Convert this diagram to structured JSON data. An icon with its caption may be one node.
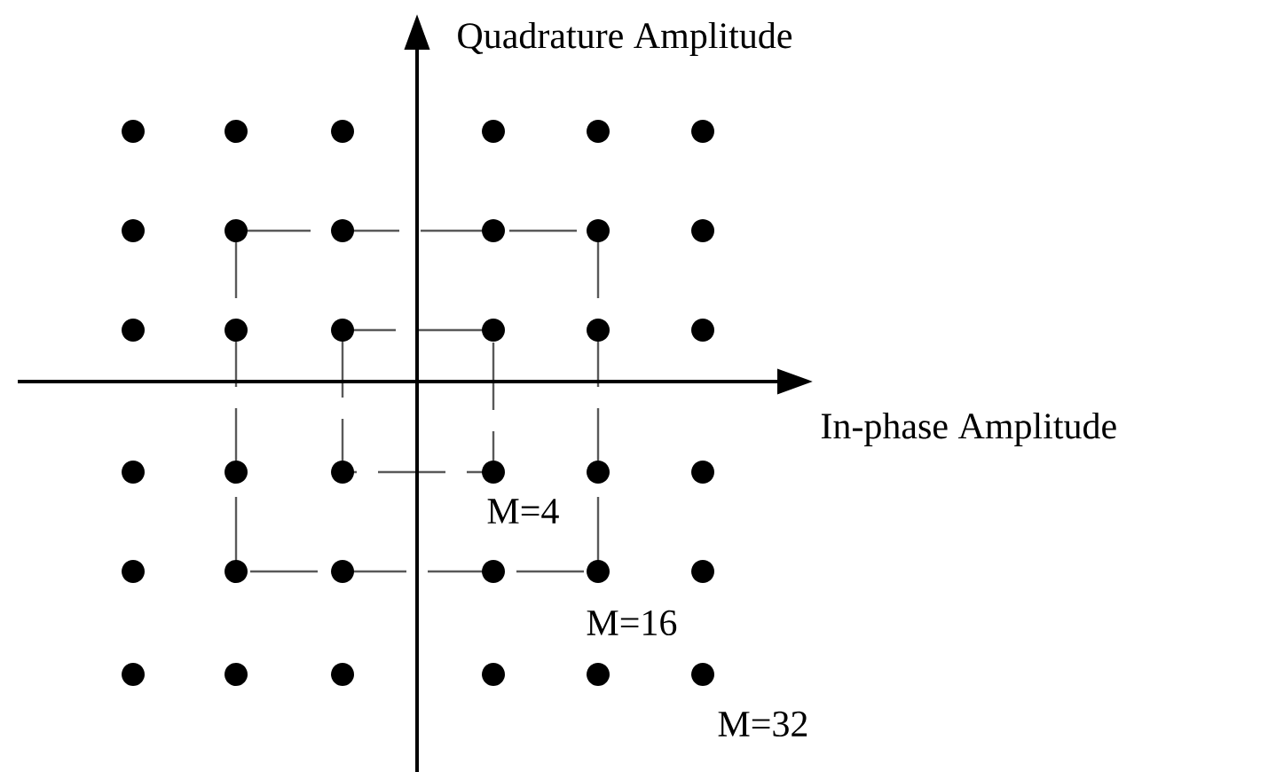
{
  "diagram": {
    "labels": [
      "Quadrature Amplitude",
      "In-phase Amplitude",
      "M=4",
      "M=16",
      "M=32"
    ]
  }
}
